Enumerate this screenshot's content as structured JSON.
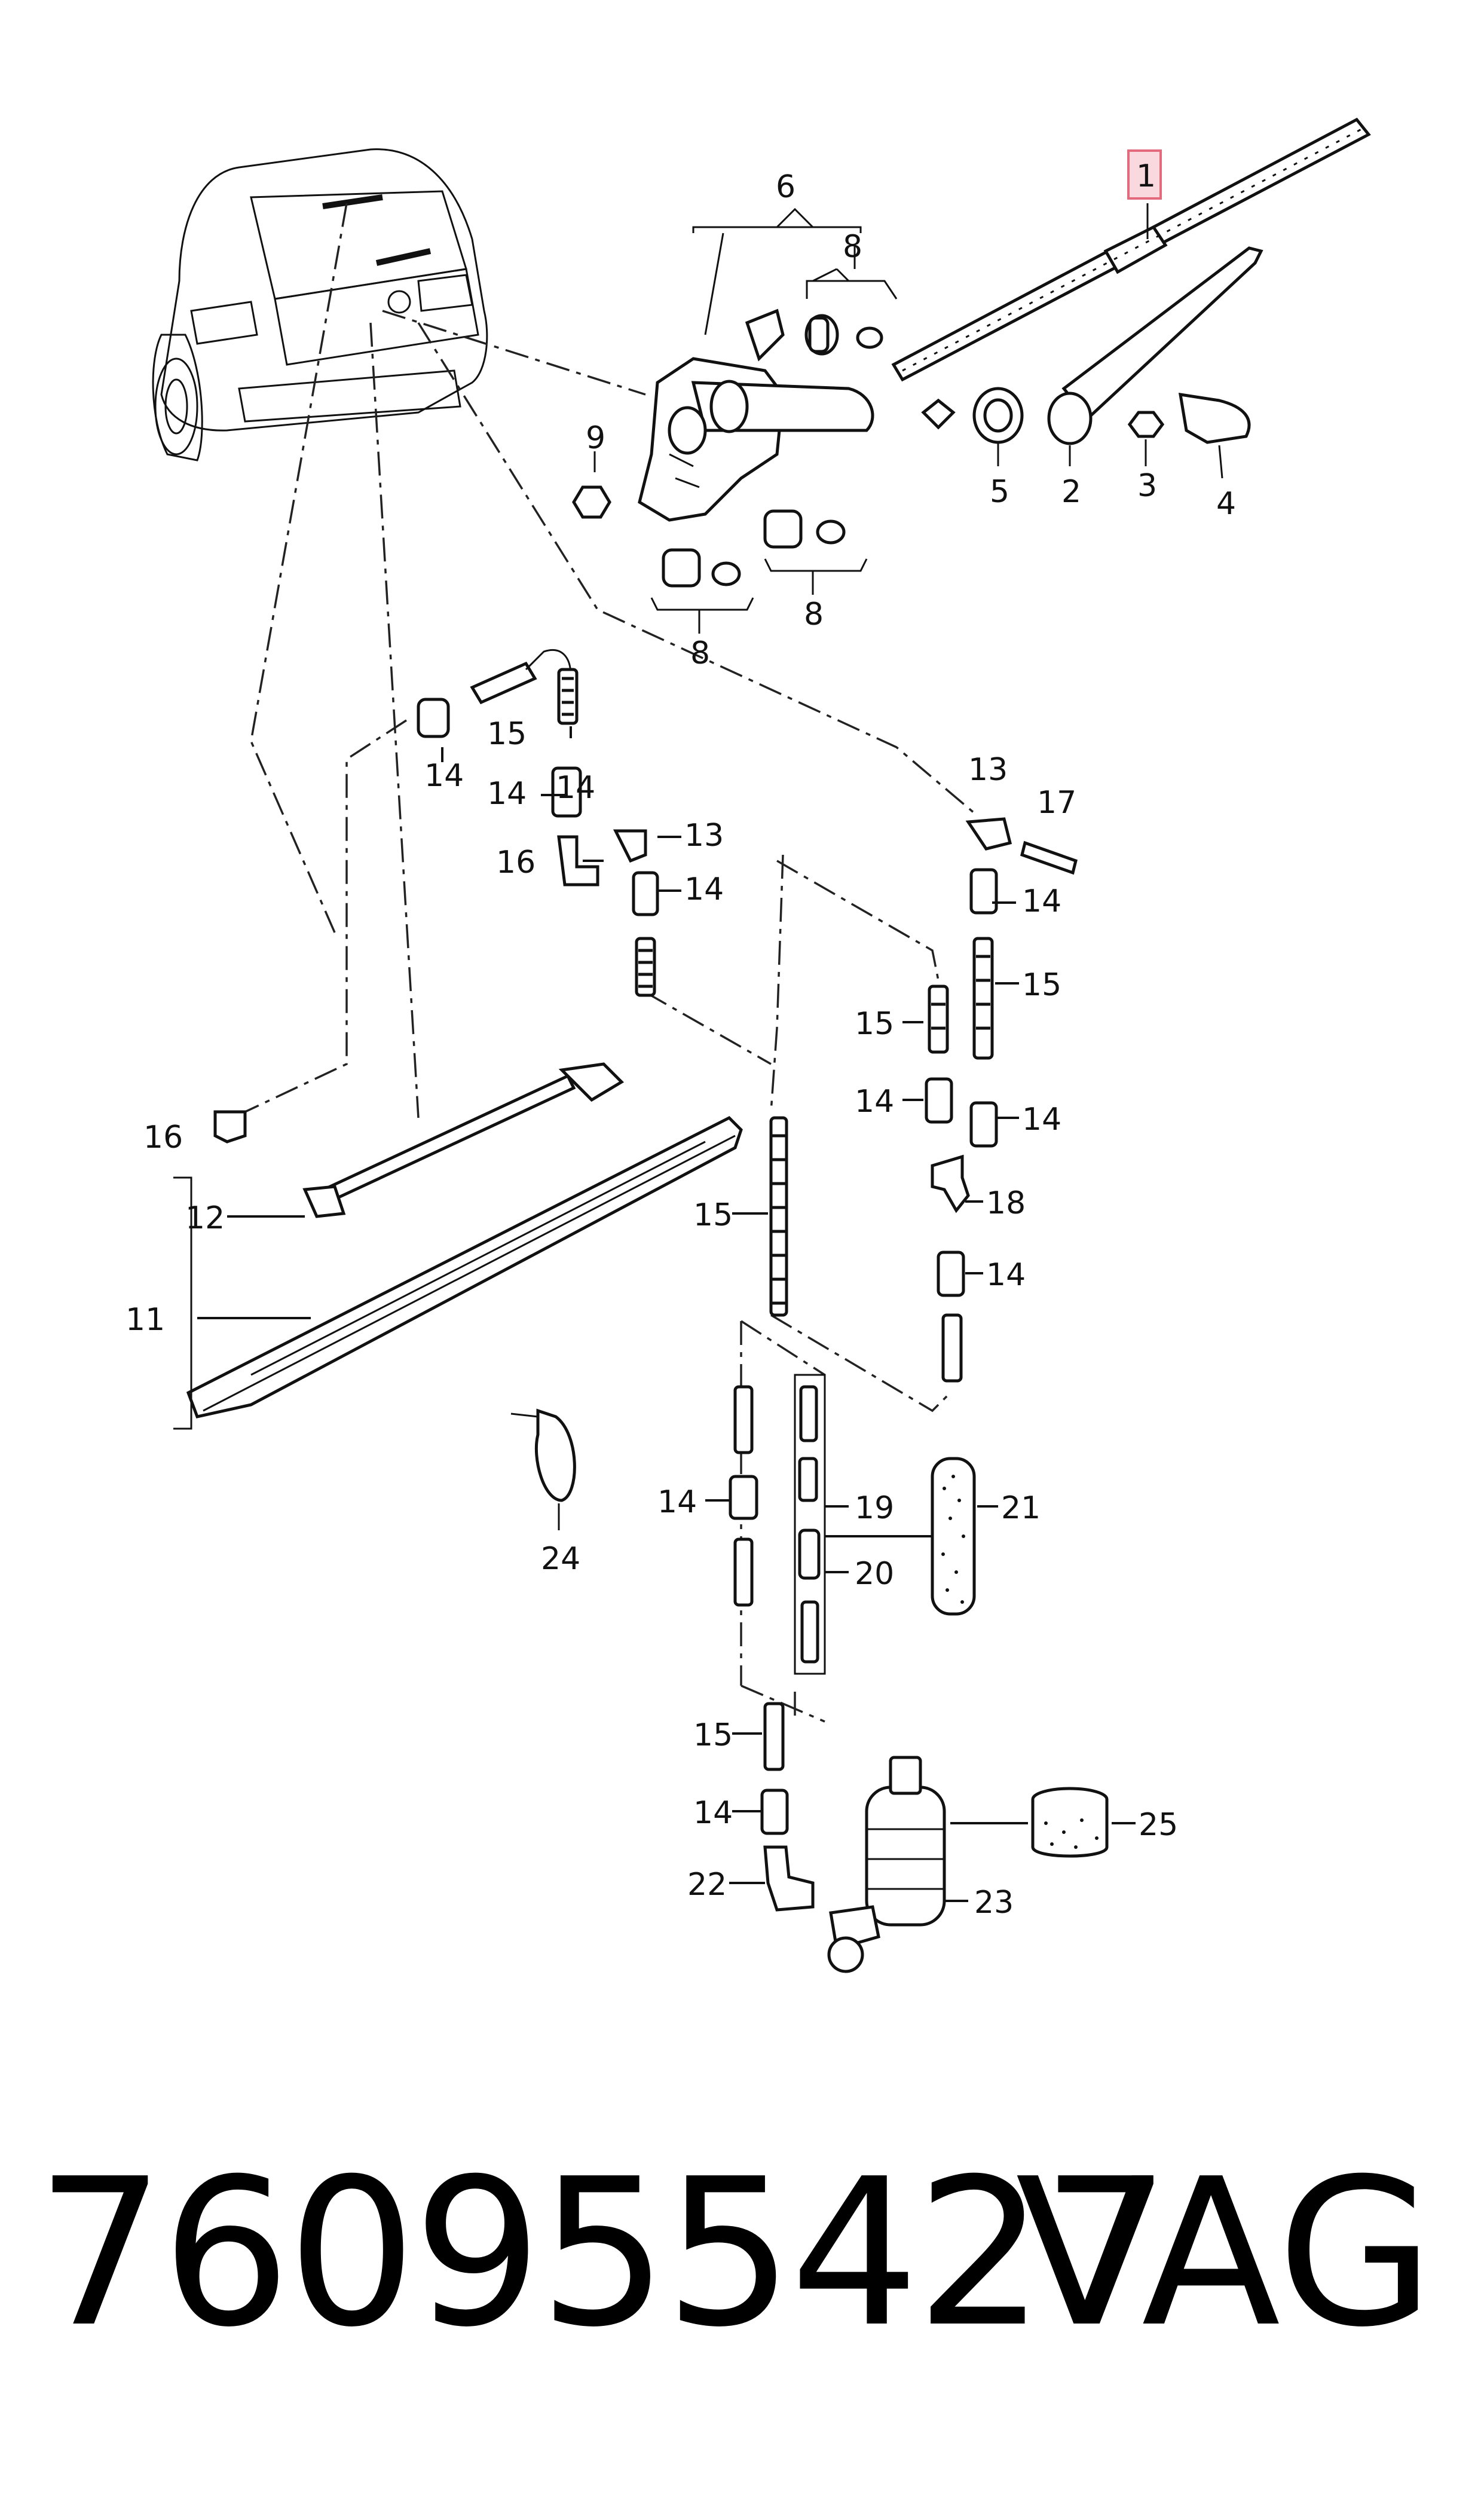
{
  "callouts": [
    {
      "id": "c1",
      "text": "1",
      "highlighted": true
    },
    {
      "id": "c2",
      "text": "2"
    },
    {
      "id": "c3",
      "text": "3"
    },
    {
      "id": "c4",
      "text": "4"
    },
    {
      "id": "c5",
      "text": "5"
    },
    {
      "id": "c6",
      "text": "6"
    },
    {
      "id": "c8a",
      "text": "8"
    },
    {
      "id": "c8b",
      "text": "8"
    },
    {
      "id": "c8c",
      "text": "8"
    },
    {
      "id": "c9",
      "text": "9"
    },
    {
      "id": "c11",
      "text": "11"
    },
    {
      "id": "c12",
      "text": "12"
    },
    {
      "id": "c13a",
      "text": "13"
    },
    {
      "id": "c13b",
      "text": "13"
    },
    {
      "id": "c14a",
      "text": "14"
    },
    {
      "id": "c14b",
      "text": "14"
    },
    {
      "id": "c14c",
      "text": "14"
    },
    {
      "id": "c14d",
      "text": "14"
    },
    {
      "id": "c14e",
      "text": "14"
    },
    {
      "id": "c14f",
      "text": "14"
    },
    {
      "id": "c14g",
      "text": "14"
    },
    {
      "id": "c14h",
      "text": "14"
    },
    {
      "id": "c14i",
      "text": "14"
    },
    {
      "id": "c14j",
      "text": "14"
    },
    {
      "id": "c15a",
      "text": "15"
    },
    {
      "id": "c15b",
      "text": "15"
    },
    {
      "id": "c15c",
      "text": "15"
    },
    {
      "id": "c15d",
      "text": "15"
    },
    {
      "id": "c15e",
      "text": "15"
    },
    {
      "id": "c16a",
      "text": "16"
    },
    {
      "id": "c16b",
      "text": "16"
    },
    {
      "id": "c17",
      "text": "17"
    },
    {
      "id": "c18",
      "text": "18"
    },
    {
      "id": "c19",
      "text": "19"
    },
    {
      "id": "c20",
      "text": "20"
    },
    {
      "id": "c21",
      "text": "21"
    },
    {
      "id": "c22",
      "text": "22"
    },
    {
      "id": "c23",
      "text": "23"
    },
    {
      "id": "c24",
      "text": "24"
    },
    {
      "id": "c25",
      "text": "25"
    }
  ],
  "colors": {
    "highlight_fill": "#f9d9dd",
    "highlight_stroke": "#e36a7d",
    "ink": "#111111",
    "background": "#ffffff"
  },
  "footer": {
    "part_number": "760955427",
    "brand": "VAG"
  }
}
